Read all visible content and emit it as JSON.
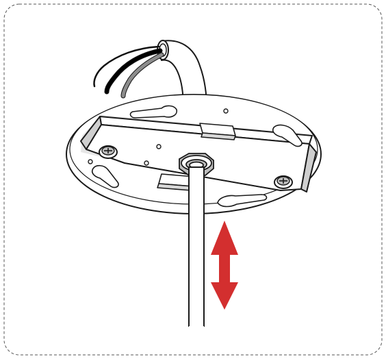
{
  "figure": {
    "frame_style": "dashed-rounded",
    "line_color": "#1a1a1a",
    "accent_color": "#d32f2f",
    "wire_colors": [
      "#000000",
      "#000000",
      "#8c8c8c",
      "#ffffff"
    ],
    "icons": [
      "mount-plate",
      "cable-gland",
      "power-cable",
      "wall-tube",
      "double-arrow"
    ]
  }
}
